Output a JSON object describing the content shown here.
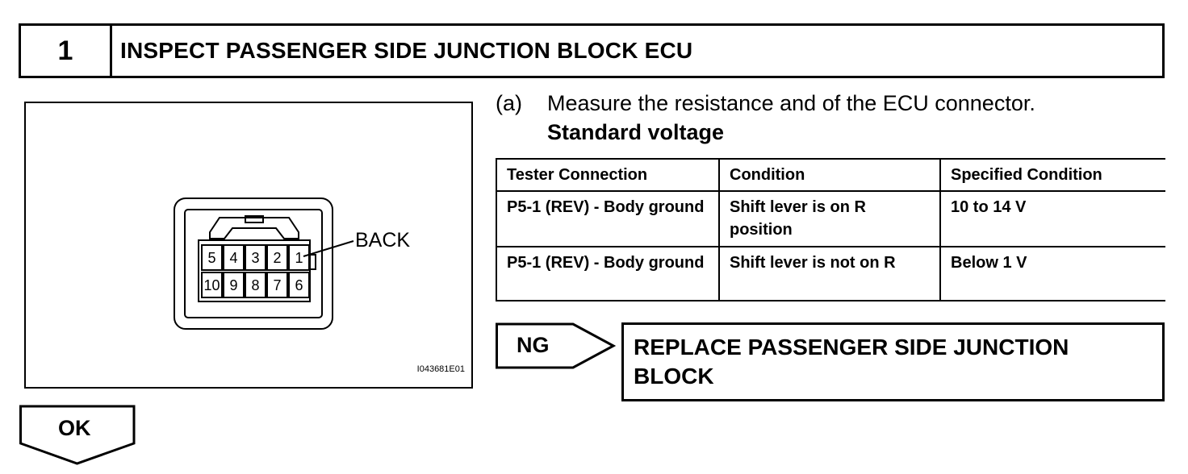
{
  "step": {
    "number": "1",
    "title": "INSPECT PASSENGER SIDE JUNCTION BLOCK ECU"
  },
  "figure": {
    "label_back": "BACK",
    "figure_id": "I043681E01",
    "pins_top": [
      "5",
      "4",
      "3",
      "2",
      "1"
    ],
    "pins_bottom": [
      "10",
      "9",
      "8",
      "7",
      "6"
    ]
  },
  "instruction": {
    "index": "(a)",
    "text": "Measure the resistance and of the ECU connector.",
    "subheading": "Standard voltage"
  },
  "table": {
    "headers": [
      "Tester Connection",
      "Condition",
      "Specified Condition"
    ],
    "rows": [
      [
        "P5-1 (REV) - Body ground",
        "Shift lever is on R position",
        "10 to 14 V"
      ],
      [
        "P5-1 (REV) - Body ground",
        "Shift lever is not on R",
        "Below 1 V"
      ]
    ]
  },
  "ng": {
    "label": "NG",
    "action": "REPLACE PASSENGER SIDE JUNCTION BLOCK"
  },
  "ok": {
    "label": "OK"
  }
}
